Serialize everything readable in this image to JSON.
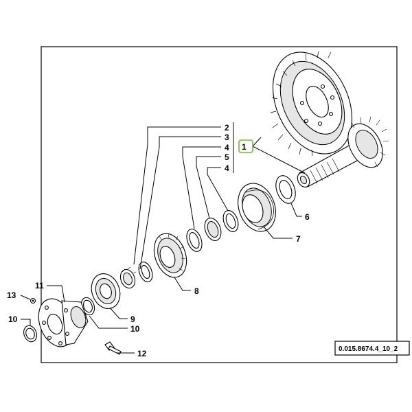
{
  "reference_code": "0.015.8674.4_10_2",
  "highlight_color": "#6dbb2f",
  "callouts": {
    "c1": "1",
    "c2": "2",
    "c3": "3",
    "c4a": "4",
    "c5": "5",
    "c4b": "4",
    "c6": "6",
    "c7": "7",
    "c8": "8",
    "c9": "9",
    "c10a": "10",
    "c10b": "10",
    "c11": "11",
    "c12": "12",
    "c13": "13"
  }
}
